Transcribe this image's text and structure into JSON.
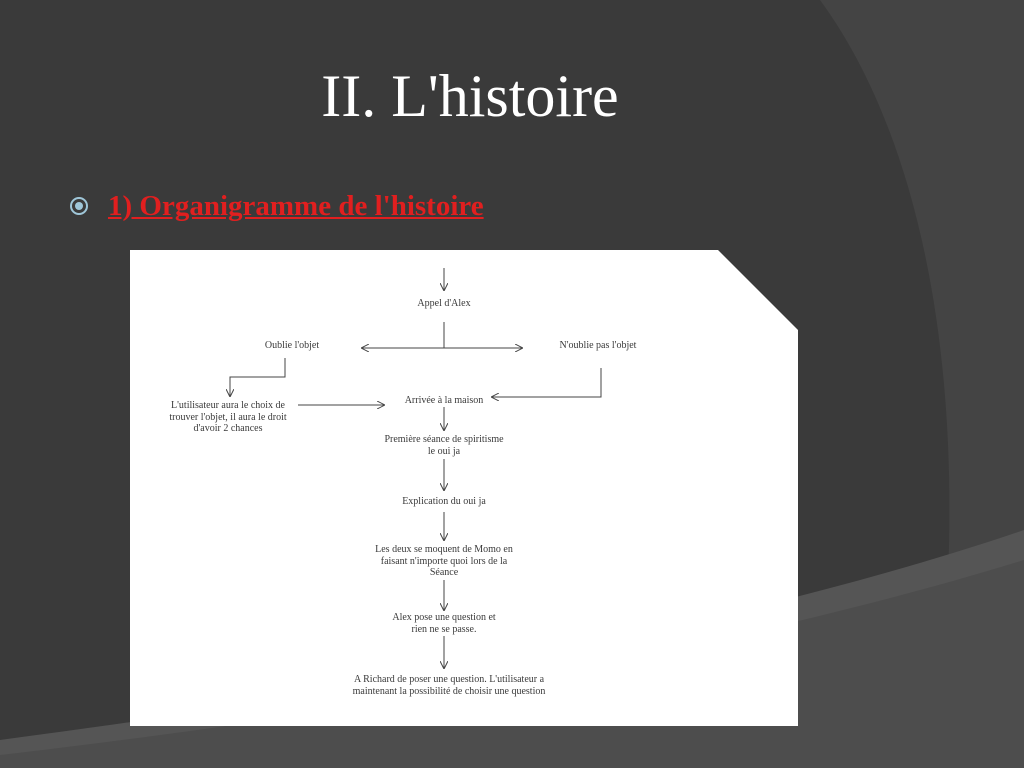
{
  "slide": {
    "title": "II. L'histoire",
    "bullet": {
      "icon": "circle-bullet-icon",
      "text": "1) Organigramme de l'histoire",
      "color": "#e11f1f"
    }
  },
  "flowchart": {
    "nodes": {
      "appel": "Appel d'Alex",
      "oublie": "Oublie l'objet",
      "noublie": "N'oublie pas l'objet",
      "utilisateur": "L'utilisateur aura le choix de\ntrouver l'objet,  il aura le droit\nd'avoir  2 chances",
      "arrivee": "Arrivée à la maison",
      "seance": "Première séance de spiritisme\nle oui ja",
      "explication": "Explication du oui ja",
      "deux": "Les deux se moquent de Momo en\nfaisant n'importe quoi lors de la\nSéance",
      "alex": "Alex pose une question et\nrien ne se passe.",
      "richard": "A Richard de poser une question. L'utilisateur a\nmaintenant la possibilité de choisir une question"
    }
  },
  "colors": {
    "background": "#3a3a3a",
    "accent": "#e11f1f",
    "title": "#ffffff"
  }
}
